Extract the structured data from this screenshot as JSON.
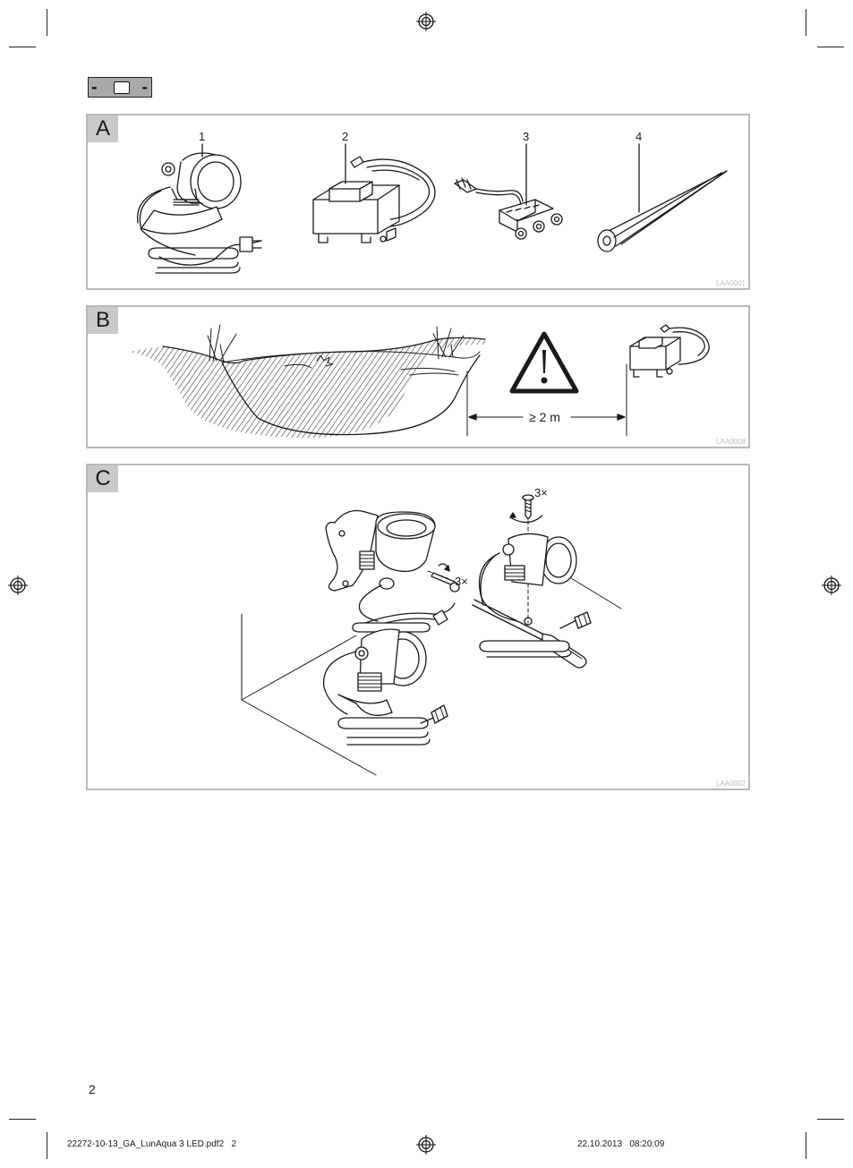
{
  "header": {
    "language_box": {
      "left_dash": "-",
      "right_dash": "-",
      "icon": "screen-icon"
    }
  },
  "panels": {
    "a": {
      "letter": "A",
      "code": "LAA0001",
      "items": [
        {
          "number": "1",
          "icon": "spotlight-icon"
        },
        {
          "number": "2",
          "icon": "transformer-icon"
        },
        {
          "number": "3",
          "icon": "splitter-cable-icon"
        },
        {
          "number": "4",
          "icon": "ground-spike-icon"
        }
      ]
    },
    "b": {
      "letter": "B",
      "code": "LAA0008",
      "distance_label": "≥ 2 m",
      "icons": [
        "pond-icon",
        "warning-icon",
        "transformer-icon"
      ]
    },
    "c": {
      "letter": "C",
      "code": "LAA0002",
      "screw_count_top": "3×",
      "screw_count_middle": "3×",
      "icons": [
        "screw-icon",
        "screwdriver-icon",
        "spotlight-icon"
      ]
    }
  },
  "page_number": "2",
  "footer": {
    "file_name": "22272-10-13_GA_LunAqua 3 LED.pdf2   2",
    "datetime": "22.10.2013   08:20:09"
  }
}
